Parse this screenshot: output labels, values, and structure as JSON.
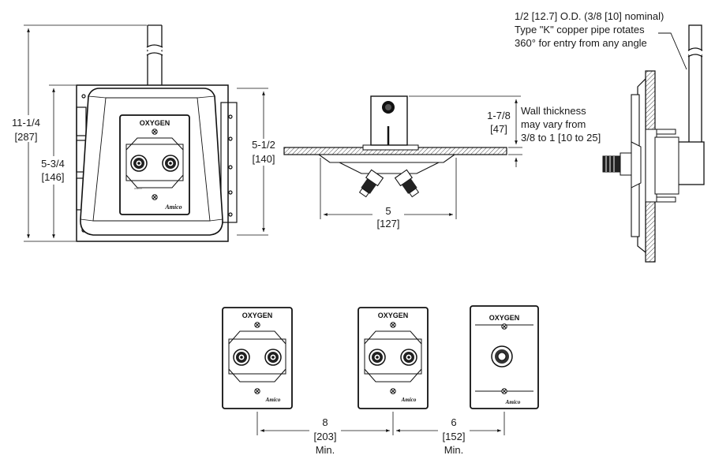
{
  "panel_label": "OXYGEN",
  "brand_mark": "Amico",
  "front_view": {
    "overall_height": "11-1/4",
    "overall_height_mm": "[287]",
    "box_height": "5-3/4",
    "box_height_mm": "[146]",
    "plate_height": "5-1/2",
    "plate_height_mm": "[140]"
  },
  "top_view": {
    "width": "5",
    "width_mm": "[127]",
    "depth": "1-7/8",
    "depth_mm": "[47]",
    "wall_note": [
      "Wall thickness",
      "may vary from",
      "3/8 to 1 [10 to 25]"
    ]
  },
  "side_view": {
    "pipe_note": [
      "1/2 [12.7] O.D. (3/8 [10] nominal)",
      "Type \"K\" copper pipe rotates",
      "360° for entry from any angle"
    ]
  },
  "spacing": [
    {
      "value": "8",
      "mm": "[203]",
      "qualifier": "Min."
    },
    {
      "value": "6",
      "mm": "[152]",
      "qualifier": "Min."
    }
  ]
}
